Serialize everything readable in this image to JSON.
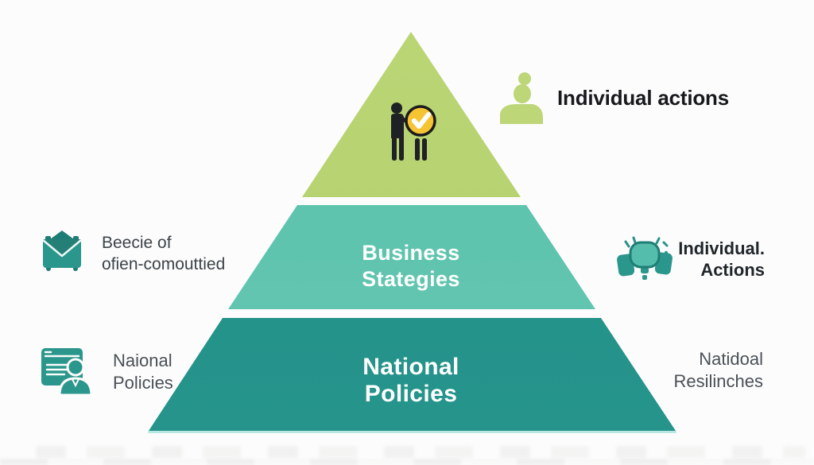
{
  "pyramid": {
    "middle_tier": {
      "line1": "Business",
      "line2": "Stategies"
    },
    "bottom_tier": {
      "line1": "National",
      "line2": "Policies"
    }
  },
  "annotations": {
    "top_right": {
      "text": "Individual actions",
      "icon": "person-icon"
    },
    "middle_left": {
      "line1": "Beecie of",
      "line2": "ofien-comouttied",
      "icon": "envelope-icon"
    },
    "middle_right": {
      "line1": "Individual.",
      "line2": "Actions",
      "icon": "collaboration-icon"
    },
    "bottom_left": {
      "line1": "Naional",
      "line2": "Policies",
      "icon": "document-person-icon"
    },
    "bottom_right": {
      "line1": "Natidoal",
      "line2": "Resilinches"
    }
  },
  "icons": {
    "top_tier": "people-with-check-badge-icon"
  },
  "colors": {
    "tier_top_green": "#b5cf6e",
    "tier_middle_teal": "#5fc4ae",
    "tier_bottom_teal": "#24938a",
    "icon_teal": "#2a968c",
    "icon_teal_dark": "#1e7d75",
    "icon_teal_light": "#55bdab",
    "icon_green": "#bdd677",
    "badge_yellow": "#f6c433",
    "figure_black": "#202124",
    "text_dark": "#17191c",
    "text_gray": "#454b52",
    "background": "#fcfcfc"
  }
}
